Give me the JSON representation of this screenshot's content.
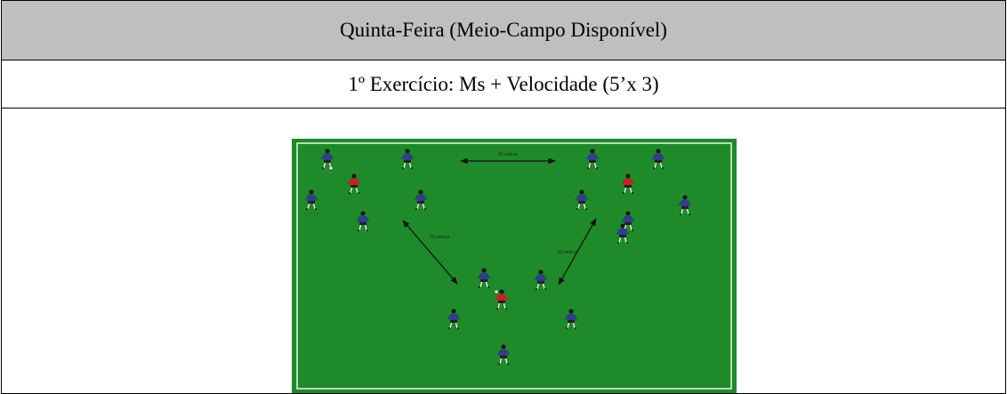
{
  "header": {
    "title": "Quinta-Feira (Meio-Campo Disponível)",
    "background": "#bfbfbf"
  },
  "exercise": {
    "label": "1º Exercício: Ms + Velocidade (5’x 3)"
  },
  "field_diagram": {
    "pitch_color": "#1e8a2a",
    "line_color": "#e8f4e8",
    "distance_labels": {
      "top": "20 metros",
      "left": "20 metros",
      "right": "20 metros"
    },
    "team_colors": {
      "blue": "#2f3f88",
      "red": "#c4221e"
    },
    "player_icon": "player-figure-icon",
    "ball_icon": "ball-icon",
    "arrow_icon": "double-arrow-icon"
  }
}
